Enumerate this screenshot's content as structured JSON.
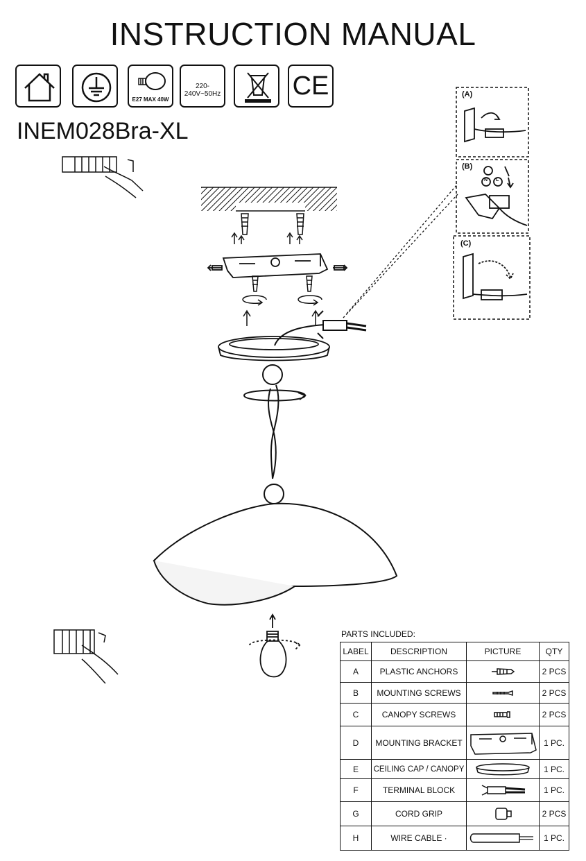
{
  "header": {
    "title": "INSTRUCTION MANUAL",
    "model": "INEM028Bra-XL"
  },
  "certification_icons": [
    {
      "name": "indoor-use-icon",
      "text": ""
    },
    {
      "name": "ground-icon",
      "text": ""
    },
    {
      "name": "bulb-icon",
      "text": "E27 MAX 40W"
    },
    {
      "name": "voltage-icon",
      "text": "220-240V~50Hz"
    },
    {
      "name": "weee-bin-icon",
      "text": ""
    },
    {
      "name": "ce-mark-icon",
      "text": "CE"
    }
  ],
  "steps": {
    "a": "(A)",
    "b": "(B)",
    "c": "(C)"
  },
  "terminal_labels": {
    "neutral": "N",
    "live": "L"
  },
  "parts": {
    "title": "PARTS INCLUDED:",
    "columns": [
      "LABEL",
      "DESCRIPTION",
      "PICTURE",
      "QTY"
    ],
    "rows": [
      {
        "label": "A",
        "description": "PLASTIC ANCHORS",
        "picture": "anchor-icon",
        "qty": "2 PCS"
      },
      {
        "label": "B",
        "description": "MOUNTING SCREWS",
        "picture": "screw-icon",
        "qty": "2 PCS"
      },
      {
        "label": "C",
        "description": "CANOPY SCREWS",
        "picture": "canopy-screw-icon",
        "qty": "2 PCS"
      },
      {
        "label": "D",
        "description": "MOUNTING BRACKET",
        "picture": "bracket-icon",
        "qty": "1 PC."
      },
      {
        "label": "E",
        "description": "CEILING CAP / CANOPY",
        "picture": "canopy-icon",
        "qty": "1 PC."
      },
      {
        "label": "F",
        "description": "TERMINAL BLOCK",
        "picture": "terminal-block-icon",
        "qty": "1 PC."
      },
      {
        "label": "G",
        "description": "CORD GRIP",
        "picture": "cord-grip-icon",
        "qty": "2 PCS"
      },
      {
        "label": "H",
        "description": "WIRE CABLE ·",
        "picture": "wire-cable-icon",
        "qty": "1 PC."
      }
    ]
  }
}
